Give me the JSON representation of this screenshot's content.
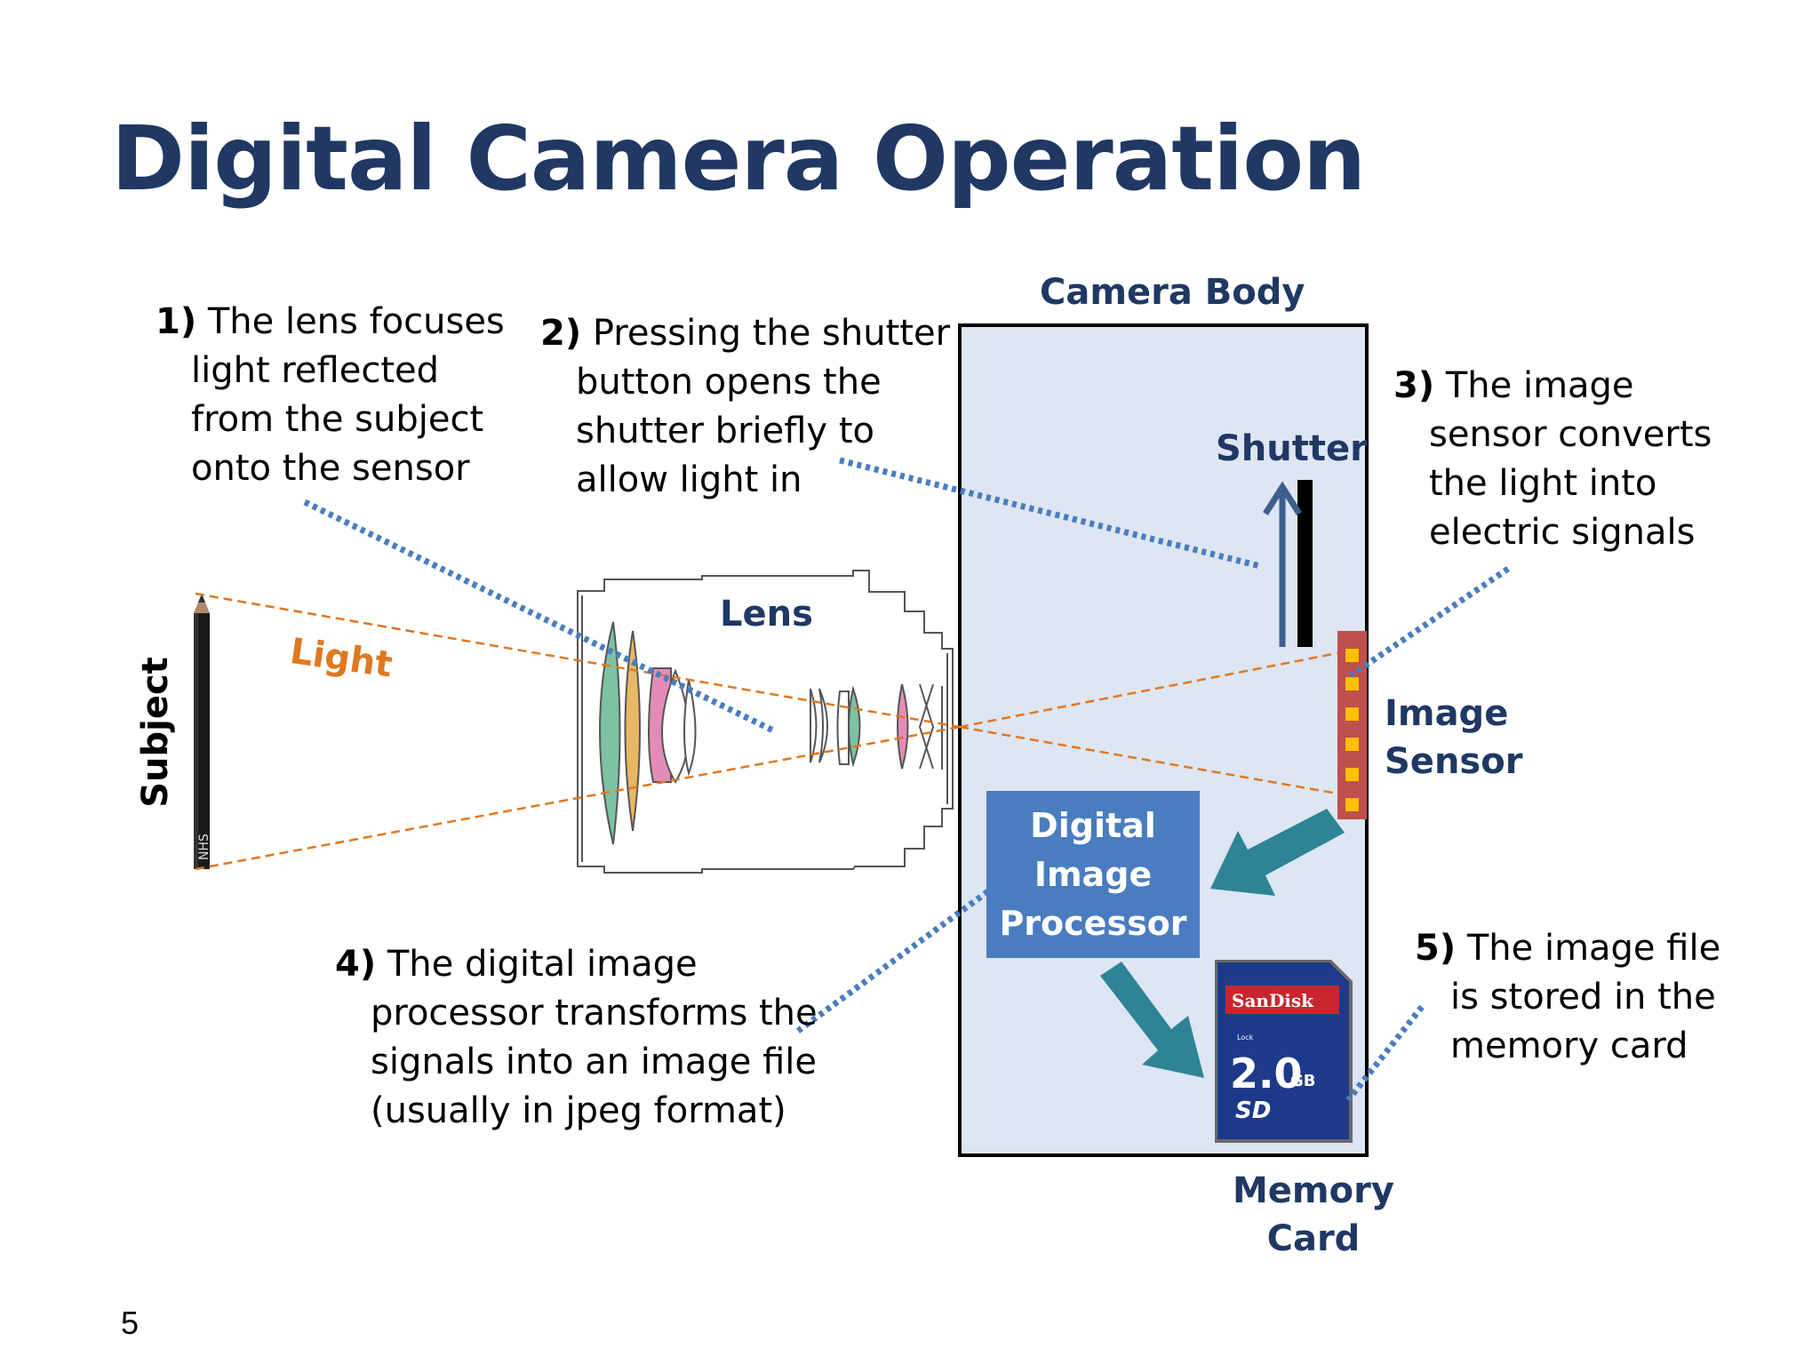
{
  "title": "Digital Camera Operation",
  "slide_number": "5",
  "labels": {
    "camera_body": "Camera Body",
    "shutter": "Shutter",
    "lens": "Lens",
    "light": "Light",
    "subject": "Subject",
    "image_sensor": [
      "Image",
      "Sensor"
    ],
    "memory_card": [
      "Memory",
      "Card"
    ],
    "processor": [
      "Digital",
      "Image",
      "Processor"
    ]
  },
  "callouts": [
    {
      "num": "1)",
      "lines": [
        "The lens focuses",
        "light reflected",
        "from the subject",
        "onto the sensor"
      ]
    },
    {
      "num": "2)",
      "lines": [
        "Pressing the shutter",
        "button opens the",
        "shutter briefly to",
        "allow light in"
      ]
    },
    {
      "num": "3)",
      "lines": [
        "The image",
        "sensor converts",
        "the light into",
        "electric signals"
      ]
    },
    {
      "num": "4)",
      "lines": [
        "The digital image",
        "processor transforms the",
        "signals into an image file",
        "(usually in jpeg format)"
      ]
    },
    {
      "num": "5)",
      "lines": [
        "The image file",
        "is stored in the",
        "memory card"
      ]
    }
  ],
  "sd_card": {
    "brand": "SanDisk",
    "capacity": "2.0",
    "unit": "GB",
    "logo": "SD",
    "lock": "Lock"
  },
  "pencil_brand": "NHS",
  "colors": {
    "title": "#1f3864",
    "labels": "#1f3864",
    "light": "#e07820",
    "camera_body_fill": "#dde6f2",
    "processor_fill": "#4a7cc0",
    "arrow": "#2e8494",
    "callout_line": "#4a7cc0",
    "sensor_frame": "#c0504d",
    "sensor_pixel": "#ffc000",
    "shutter_arrow": "#3c5f8c"
  },
  "icons": [
    "shutter-arrow-icon",
    "pencil-icon",
    "lens-icon",
    "sd-card-icon",
    "flow-arrow-icon"
  ]
}
